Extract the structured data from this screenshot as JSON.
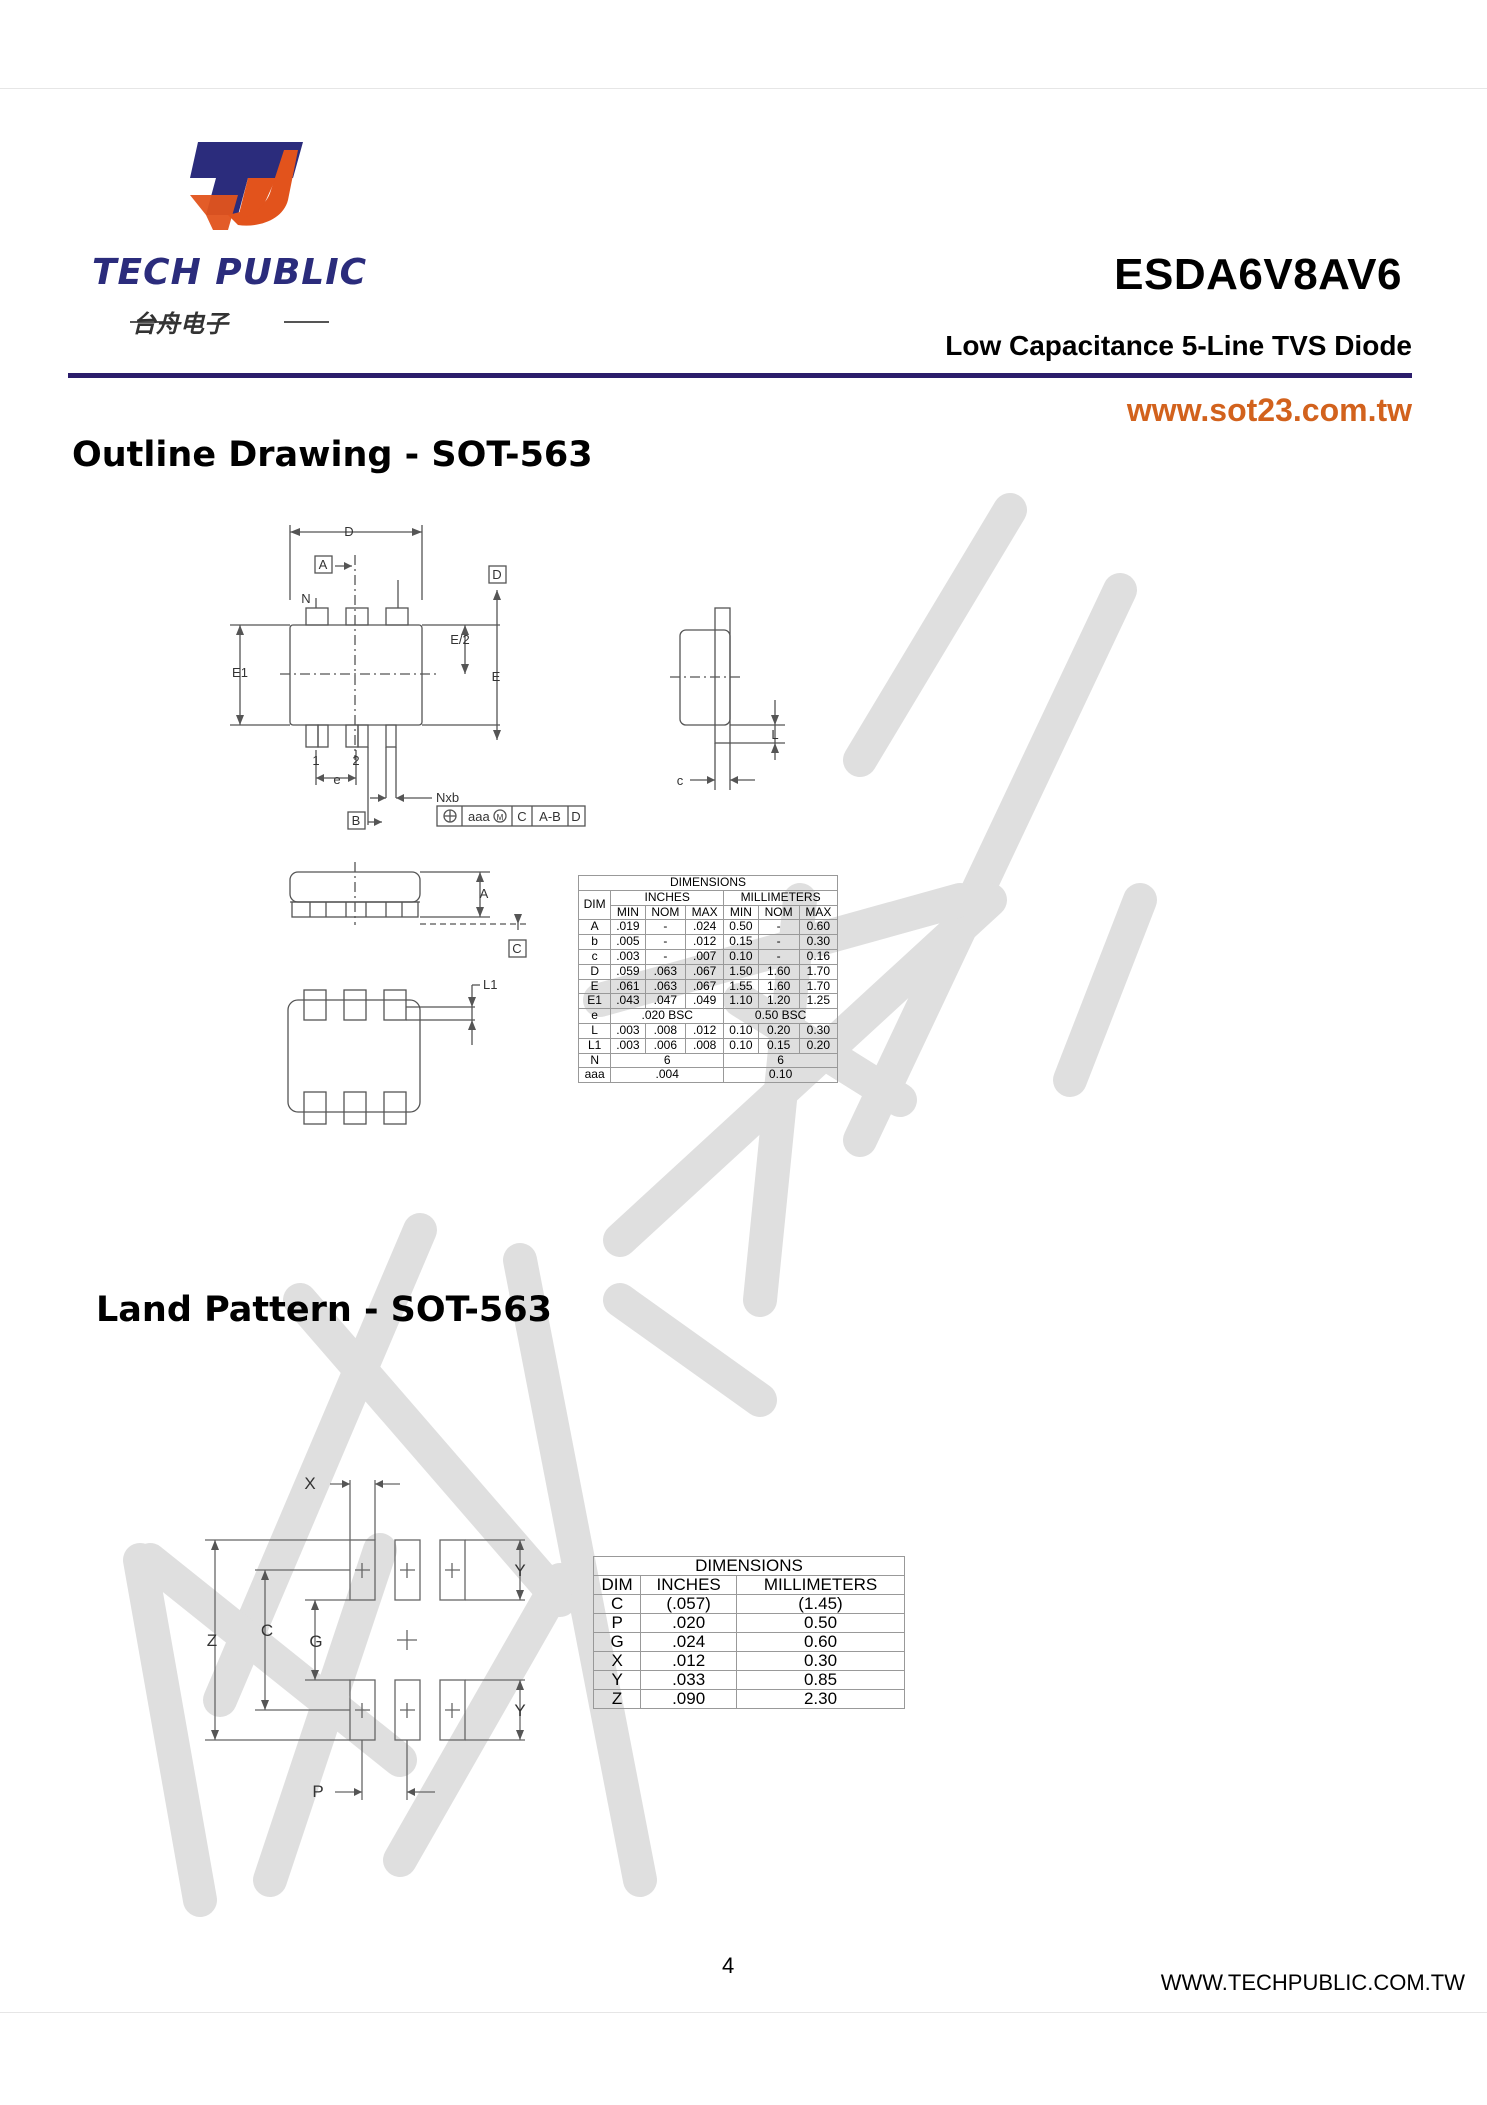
{
  "header": {
    "logo_text": "TECH PUBLIC",
    "logo_subtext": "台舟电子",
    "part_number": "ESDA6V8AV6",
    "subtitle": "Low Capacitance 5-Line TVS Diode",
    "url": "www.sot23.com.tw"
  },
  "watermark_text": "台舟电子",
  "colors": {
    "brand_blue": "#2b2c7c",
    "brand_orange": "#e2531c",
    "rule": "#2b1d6b",
    "url": "#d2621d"
  },
  "outline": {
    "title": "Outline Drawing - SOT-563",
    "labels": {
      "D": "D",
      "A": "A",
      "N": "N",
      "E2": "E/2",
      "E": "E",
      "E1": "E1",
      "p1": "1",
      "p2": "2",
      "e": "e",
      "Nxb": "Nxb",
      "B": "B",
      "aaa": "aaa",
      "M": "M",
      "C": "C",
      "AB": "A-B",
      "Dref": "D",
      "L": "L",
      "c": "c",
      "L1": "L1"
    },
    "table": {
      "title": "DIMENSIONS",
      "dim_header": "DIM",
      "inches_header": "INCHES",
      "mm_header": "MILLIMETERS",
      "subheaders": [
        "MIN",
        "NOM",
        "MAX",
        "MIN",
        "NOM",
        "MAX"
      ],
      "rows": [
        [
          "A",
          ".019",
          "-",
          ".024",
          "0.50",
          "-",
          "0.60"
        ],
        [
          "b",
          ".005",
          "-",
          ".012",
          "0.15",
          "-",
          "0.30"
        ],
        [
          "c",
          ".003",
          "-",
          ".007",
          "0.10",
          "-",
          "0.16"
        ],
        [
          "D",
          ".059",
          ".063",
          ".067",
          "1.50",
          "1.60",
          "1.70"
        ],
        [
          "E",
          ".061",
          ".063",
          ".067",
          "1.55",
          "1.60",
          "1.70"
        ],
        [
          "E1",
          ".043",
          ".047",
          ".049",
          "1.10",
          "1.20",
          "1.25"
        ]
      ],
      "row_e": [
        "e",
        ".020 BSC",
        "0.50 BSC"
      ],
      "rows2": [
        [
          "L",
          ".003",
          ".008",
          ".012",
          "0.10",
          "0.20",
          "0.30"
        ],
        [
          "L1",
          ".003",
          ".006",
          ".008",
          "0.10",
          "0.15",
          "0.20"
        ]
      ],
      "row_N": [
        "N",
        "6",
        "6"
      ],
      "row_aaa": [
        "aaa",
        ".004",
        "0.10"
      ]
    }
  },
  "land": {
    "title": "Land Pattern - SOT-563",
    "labels": {
      "X": "X",
      "Y1": "Y",
      "Y2": "Y",
      "Z": "Z",
      "C": "C",
      "G": "G",
      "P": "P"
    },
    "table": {
      "title": "DIMENSIONS",
      "headers": [
        "DIM",
        "INCHES",
        "MILLIMETERS"
      ],
      "rows": [
        [
          "C",
          "(.057)",
          "(1.45)"
        ],
        [
          "P",
          ".020",
          "0.50"
        ],
        [
          "G",
          ".024",
          "0.60"
        ],
        [
          "X",
          ".012",
          "0.30"
        ],
        [
          "Y",
          ".033",
          "0.85"
        ],
        [
          "Z",
          ".090",
          "2.30"
        ]
      ]
    }
  },
  "footer": {
    "page_number": "4",
    "url": "WWW.TECHPUBLIC.COM.TW"
  }
}
